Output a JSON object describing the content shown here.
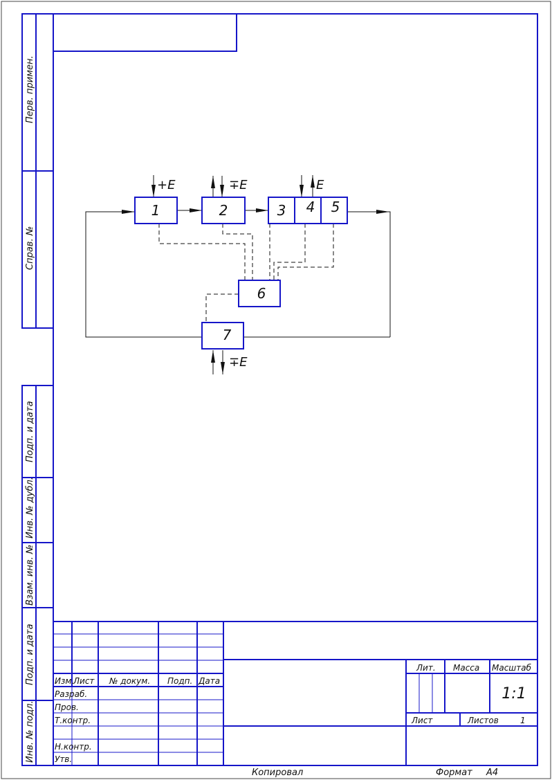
{
  "side_labels": {
    "perv_primen": "Перв. примен.",
    "sprav_no": "Справ. №",
    "podp_data_1": "Подп. и дата",
    "inv_dubl": "Инв. № дубл.",
    "vzam_inv": "Взам. инв. №",
    "podp_data_2": "Подп. и дата",
    "inv_podl": "Инв. № подл."
  },
  "diagram": {
    "blocks": [
      {
        "id": "1",
        "label": "1"
      },
      {
        "id": "2",
        "label": "2"
      },
      {
        "id": "3",
        "label": "3"
      },
      {
        "id": "4",
        "label": "4"
      },
      {
        "id": "5",
        "label": "5"
      },
      {
        "id": "6",
        "label": "6"
      },
      {
        "id": "7",
        "label": "7"
      }
    ],
    "power_labels": {
      "b1": "+E",
      "b2": "∓E",
      "b4": "E",
      "b7": "∓E"
    }
  },
  "title_block": {
    "columns": {
      "izm": "Изм.",
      "list": "Лист",
      "n_dokum": "№ докум.",
      "podp": "Подп.",
      "data": "Дата"
    },
    "roles": {
      "razrab": "Разраб.",
      "prov": "Пров.",
      "t_kontr": "Т.контр.",
      "n_kontr": "Н.контр.",
      "utv": "Утв."
    },
    "lit": "Лит.",
    "massa": "Масса",
    "masshtab": "Масштаб",
    "masshtab_value": "1:1",
    "list_label": "Лист",
    "listov_label": "Листов",
    "listov_value": "1"
  },
  "footer": {
    "kopiroval": "Копировал",
    "format": "Формат",
    "format_value": "A4"
  }
}
